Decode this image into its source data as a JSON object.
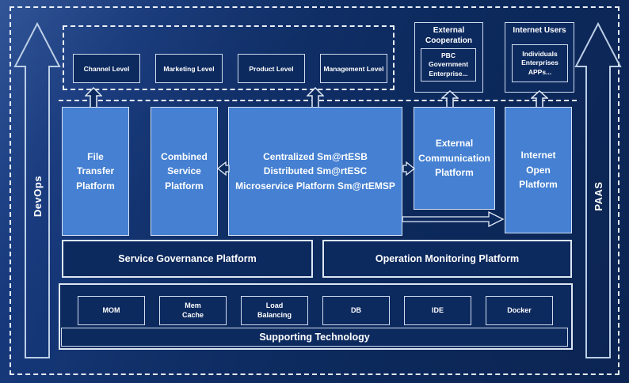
{
  "diagram": {
    "colors": {
      "background": "#0e2b63",
      "panel": "#0d2a5f",
      "light_box": "#4580d2",
      "light_box_border": "#d6e3f5",
      "dashed_line": "#e9eff8",
      "text": "#ffffff"
    },
    "side_arrows": {
      "left_label": "DevOps",
      "right_label": "PAAS"
    },
    "consumer_layer": {
      "levels": [
        {
          "label": "Channel Level"
        },
        {
          "label": "Marketing Level"
        },
        {
          "label": "Product Level"
        },
        {
          "label": "Management Level"
        }
      ]
    },
    "external_cooperation": {
      "title": "External\nCooperation",
      "body": "PBC Government\nEnterprise..."
    },
    "internet_users": {
      "title": "Internet Users",
      "body": "Individuals\nEnterprises\nAPPs..."
    },
    "platforms": {
      "file_transfer": {
        "label": "File\nTransfer\nPlatform"
      },
      "combined_service": {
        "label": "Combined\nService\nPlatform"
      },
      "central": {
        "label": "Centralized Sm@rtESB\nDistributed Sm@rtESC\nMicroservice Platform Sm@rtEMSP"
      },
      "external_communication": {
        "label": "External\nCommunication\nPlatform"
      },
      "internet_open": {
        "label": "Internet\nOpen\nPlatform"
      }
    },
    "governance": {
      "service_governance": "Service Governance Platform",
      "operation_monitoring": "Operation Monitoring Platform"
    },
    "supporting": {
      "technologies": [
        {
          "label": "MOM"
        },
        {
          "label": "Mem\nCache"
        },
        {
          "label": "Load\nBalancing"
        },
        {
          "label": "DB"
        },
        {
          "label": "IDE"
        },
        {
          "label": "Docker"
        }
      ],
      "bar_label": "Supporting Technology"
    }
  }
}
